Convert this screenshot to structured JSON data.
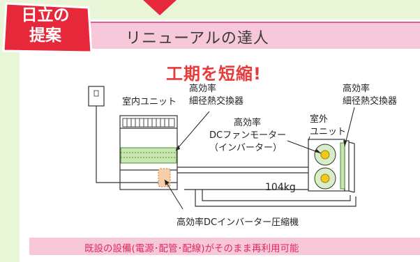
{
  "badge": {
    "line1": "日立の",
    "line2": "提案"
  },
  "header": {
    "title": "リニューアルの達人"
  },
  "subtitle": "工期を短縮!",
  "labels": {
    "indoor_unit": "室内ユニット",
    "indoor_hx_1": "高効率",
    "indoor_hx_2": "細径熱交換器",
    "outdoor_hx_1": "高効率",
    "outdoor_hx_2": "細径熱交換器",
    "fan_motor_1": "高効率",
    "fan_motor_2": "DCファンモーター",
    "fan_motor_3": "（インバーター）",
    "outdoor_unit_1": "室外",
    "outdoor_unit_2": "ユニット",
    "weight": "104kg",
    "compressor": "高効率DCインバーター圧縮機"
  },
  "footer": {
    "text": "既設の設備(電源･配管･配線)がそのまま再利用可能"
  },
  "colors": {
    "background": "#e8f5d6",
    "badge": "#e6283a",
    "header": "#f7c7da",
    "accent": "#e83a3a"
  }
}
